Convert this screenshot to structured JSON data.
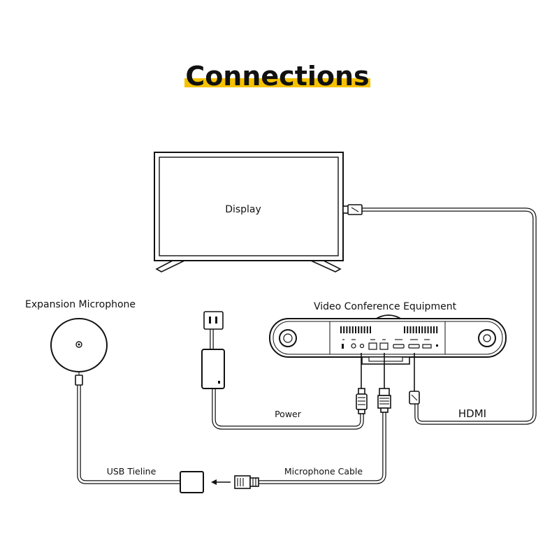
{
  "title": "Connections",
  "accent_color": "#F5C200",
  "labels": {
    "display": "Display",
    "expansion_microphone": "Expansion Microphone",
    "video_conference_equipment": "Video Conference Equipment",
    "power": "Power",
    "hdmi": "HDMI",
    "usb_tieline": "USB Tieline",
    "microphone_cable": "Microphone Cable"
  }
}
